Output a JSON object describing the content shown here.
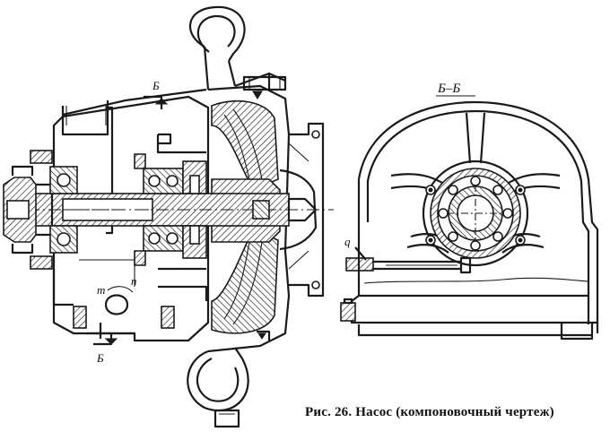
{
  "caption": "Рис. 26. Насос (компоновочный чертеж)",
  "section_title": "Б–Б",
  "labels": {
    "section_mark_top": "Б",
    "section_mark_bottom": "Б",
    "letter_m": "m",
    "letter_n": "n",
    "letter_q": "q"
  }
}
